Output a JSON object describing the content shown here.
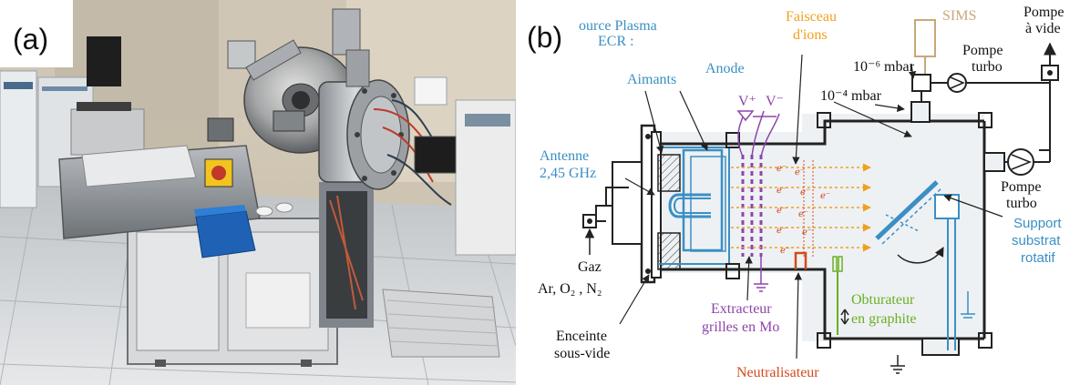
{
  "panels": {
    "a": {
      "label": "(a)"
    },
    "b": {
      "label": "(b)"
    }
  },
  "colors": {
    "blue": "#3b8fc4",
    "orange": "#f0a020",
    "purple": "#8e44ad",
    "green": "#6ab023",
    "red": "#d24a1e",
    "tan": "#c8a87a",
    "dark": "#222222",
    "chamber_fill": "#eef1f4"
  },
  "diagram": {
    "source_title_1": "ource Plasma",
    "source_title_2": "ECR :",
    "aimants": "Aimants",
    "anode": "Anode",
    "antenne_1": "Antenne",
    "antenne_2": "2,45 GHz",
    "faisceau_1": "Faisceau",
    "faisceau_2": "d'ions",
    "v_plus": "V⁺",
    "v_minus": "V⁻",
    "sims": "SIMS",
    "pressure_high": "10⁻⁶ mbar",
    "pressure_low": "10⁻⁴ mbar",
    "pompe_turbo_top_1": "Pompe",
    "pompe_turbo_top_2": "turbo",
    "pompe_vide_1": "Pompe",
    "pompe_vide_2": "à vide",
    "pompe_turbo_right_1": "Pompe",
    "pompe_turbo_right_2": "turbo",
    "support_1": "Support",
    "support_2": "substrat",
    "support_3": "rotatif",
    "gaz": "Gaz",
    "gas_list": "Ar, O₂ , N₂",
    "enceinte_1": "Enceinte",
    "enceinte_2": "sous-vide",
    "extracteur_1": "Extracteur",
    "extracteur_2": "grilles en Mo",
    "obturateur_1": "Obturateur",
    "obturateur_2": "en graphite",
    "neutralisateur": "Neutralisateur"
  }
}
